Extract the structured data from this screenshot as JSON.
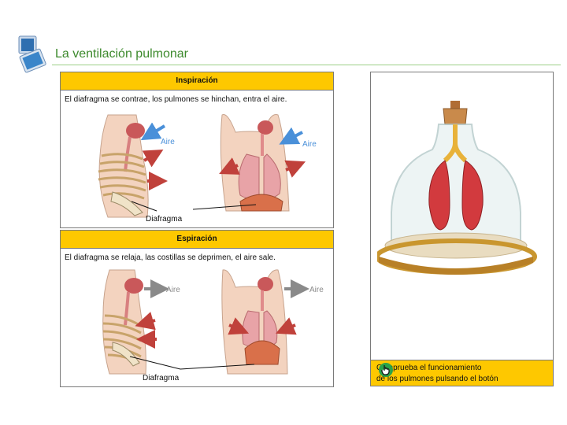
{
  "header": {
    "title": "La ventilación pulmonar"
  },
  "inspiracion": {
    "heading": "Inspiración",
    "description": "El diafragma se contrae, los pulmones se hinchan, entra el aire.",
    "air_label_left": "Aire",
    "air_label_right": "Aire",
    "diaphragm_label": "Diafragma",
    "air_color": "#4a90d9"
  },
  "espiracion": {
    "heading": "Espiración",
    "description": "El diafragma se relaja, las costillas se deprimen, el aire sale.",
    "air_label_left": "Aire",
    "air_label_right": "Aire",
    "diaphragm_label": "Diafragma",
    "air_color": "#8a8a8a"
  },
  "experiment": {
    "caption_line1": "Comprueba el funcionamiento",
    "caption_line2": "de los pulmones pulsando el botón",
    "button_icon": "hand-pointer-icon"
  },
  "colors": {
    "accent": "#3d8a2d",
    "header_bar": "#fec800",
    "arrow_red": "#c0413b"
  }
}
